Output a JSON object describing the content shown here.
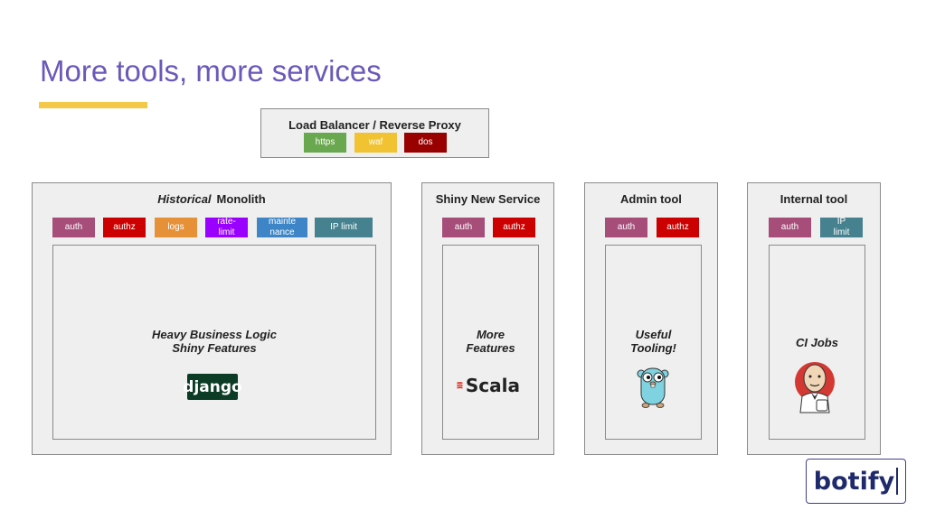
{
  "slide": {
    "title": "More tools, more services"
  },
  "load_balancer": {
    "title": "Load Balancer / Reverse Proxy",
    "chips": [
      "https",
      "waf",
      "dos"
    ]
  },
  "monolith": {
    "title_italic": "Historical",
    "title_rest": "Monolith",
    "chips": [
      "auth",
      "authz",
      "logs",
      "rate-\nlimit",
      "mainte\nnance",
      "IP limit"
    ],
    "body_line1": "Heavy Business Logic",
    "body_line2": "Shiny Features",
    "logo": "django"
  },
  "shiny_service": {
    "title": "Shiny New Service",
    "chips": [
      "auth",
      "authz"
    ],
    "body_line1": "More",
    "body_line2": "Features",
    "logo": "Scala"
  },
  "admin_tool": {
    "title": "Admin tool",
    "chips": [
      "auth",
      "authz"
    ],
    "body_line1": "Useful",
    "body_line2": "Tooling!",
    "logo_icon": "go-gopher-icon"
  },
  "internal_tool": {
    "title": "Internal tool",
    "chips": [
      "auth",
      "IP\nlimit"
    ],
    "body_line1": "CI Jobs",
    "logo_icon": "jenkins-butler-icon"
  },
  "brand": {
    "logo": "botify"
  },
  "colors": {
    "title": "#6a59b9",
    "accent_bar": "#f4c94a",
    "auth": "#a64d79",
    "authz": "#cc0000",
    "logs": "#e69138",
    "rate_limit": "#9900ff",
    "maintenance": "#3d85c6",
    "ip_limit": "#45818e",
    "https": "#6aa84f",
    "waf": "#f1c232",
    "dos": "#990000"
  }
}
